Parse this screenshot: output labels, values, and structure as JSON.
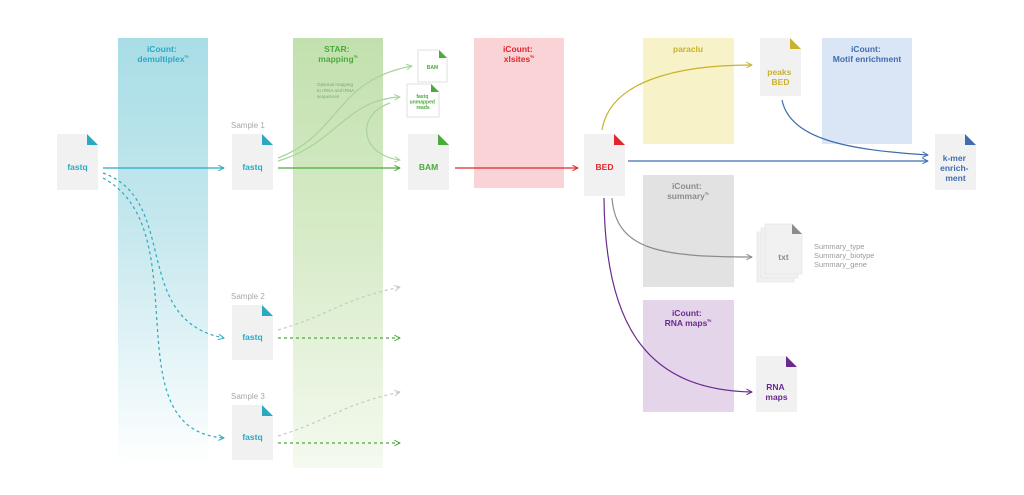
{
  "colors": {
    "teal": "#2ba9c2",
    "green": "#4aab3c",
    "red": "#e3262b",
    "gold": "#c9b22e",
    "blue": "#3f6db0",
    "gray": "#8c8c8c",
    "purple": "#6a2b8f",
    "file_bg": "#f1f1f1"
  },
  "stages": {
    "demultiplex": {
      "line1": "iCount:",
      "line2": "demultiplex",
      "mark": "%"
    },
    "star": {
      "line1": "STAR:",
      "line2": "mapping",
      "mark": "%"
    },
    "xlsites": {
      "line1": "iCount:",
      "line2": "xlsites",
      "mark": "%"
    },
    "paraclu": {
      "line1": "paraclu"
    },
    "motif": {
      "line1": "iCount:",
      "line2": "Motif enrichment"
    },
    "summary": {
      "line1": "iCount:",
      "line2": "summary",
      "mark": "%"
    },
    "rnamaps": {
      "line1": "iCount:",
      "line2": "RNA maps",
      "mark": "%"
    }
  },
  "star_note": [
    "Optional mapping",
    "to rRNA and tRNA",
    "sequences"
  ],
  "samples": [
    "Sample 1",
    "Sample 2",
    "Sample 3"
  ],
  "files": {
    "fastq_input": "fastq",
    "fastq_sample1": "fastq",
    "fastq_sample2": "fastq",
    "fastq_sample3": "fastq",
    "bam_main": "BAM",
    "bam_small": "BAM",
    "fastq_unmapped": [
      "fastq",
      "unmapped",
      "reads"
    ],
    "bed": "BED",
    "peaks_bed": [
      "peaks",
      "BED"
    ],
    "kmer": [
      "k-mer",
      "enrich-",
      "ment"
    ],
    "txt": "txt",
    "rna_maps": [
      "RNA",
      "maps"
    ]
  },
  "summary_outputs": [
    "Summary_type",
    "Summary_biotype",
    "Summary_gene"
  ]
}
